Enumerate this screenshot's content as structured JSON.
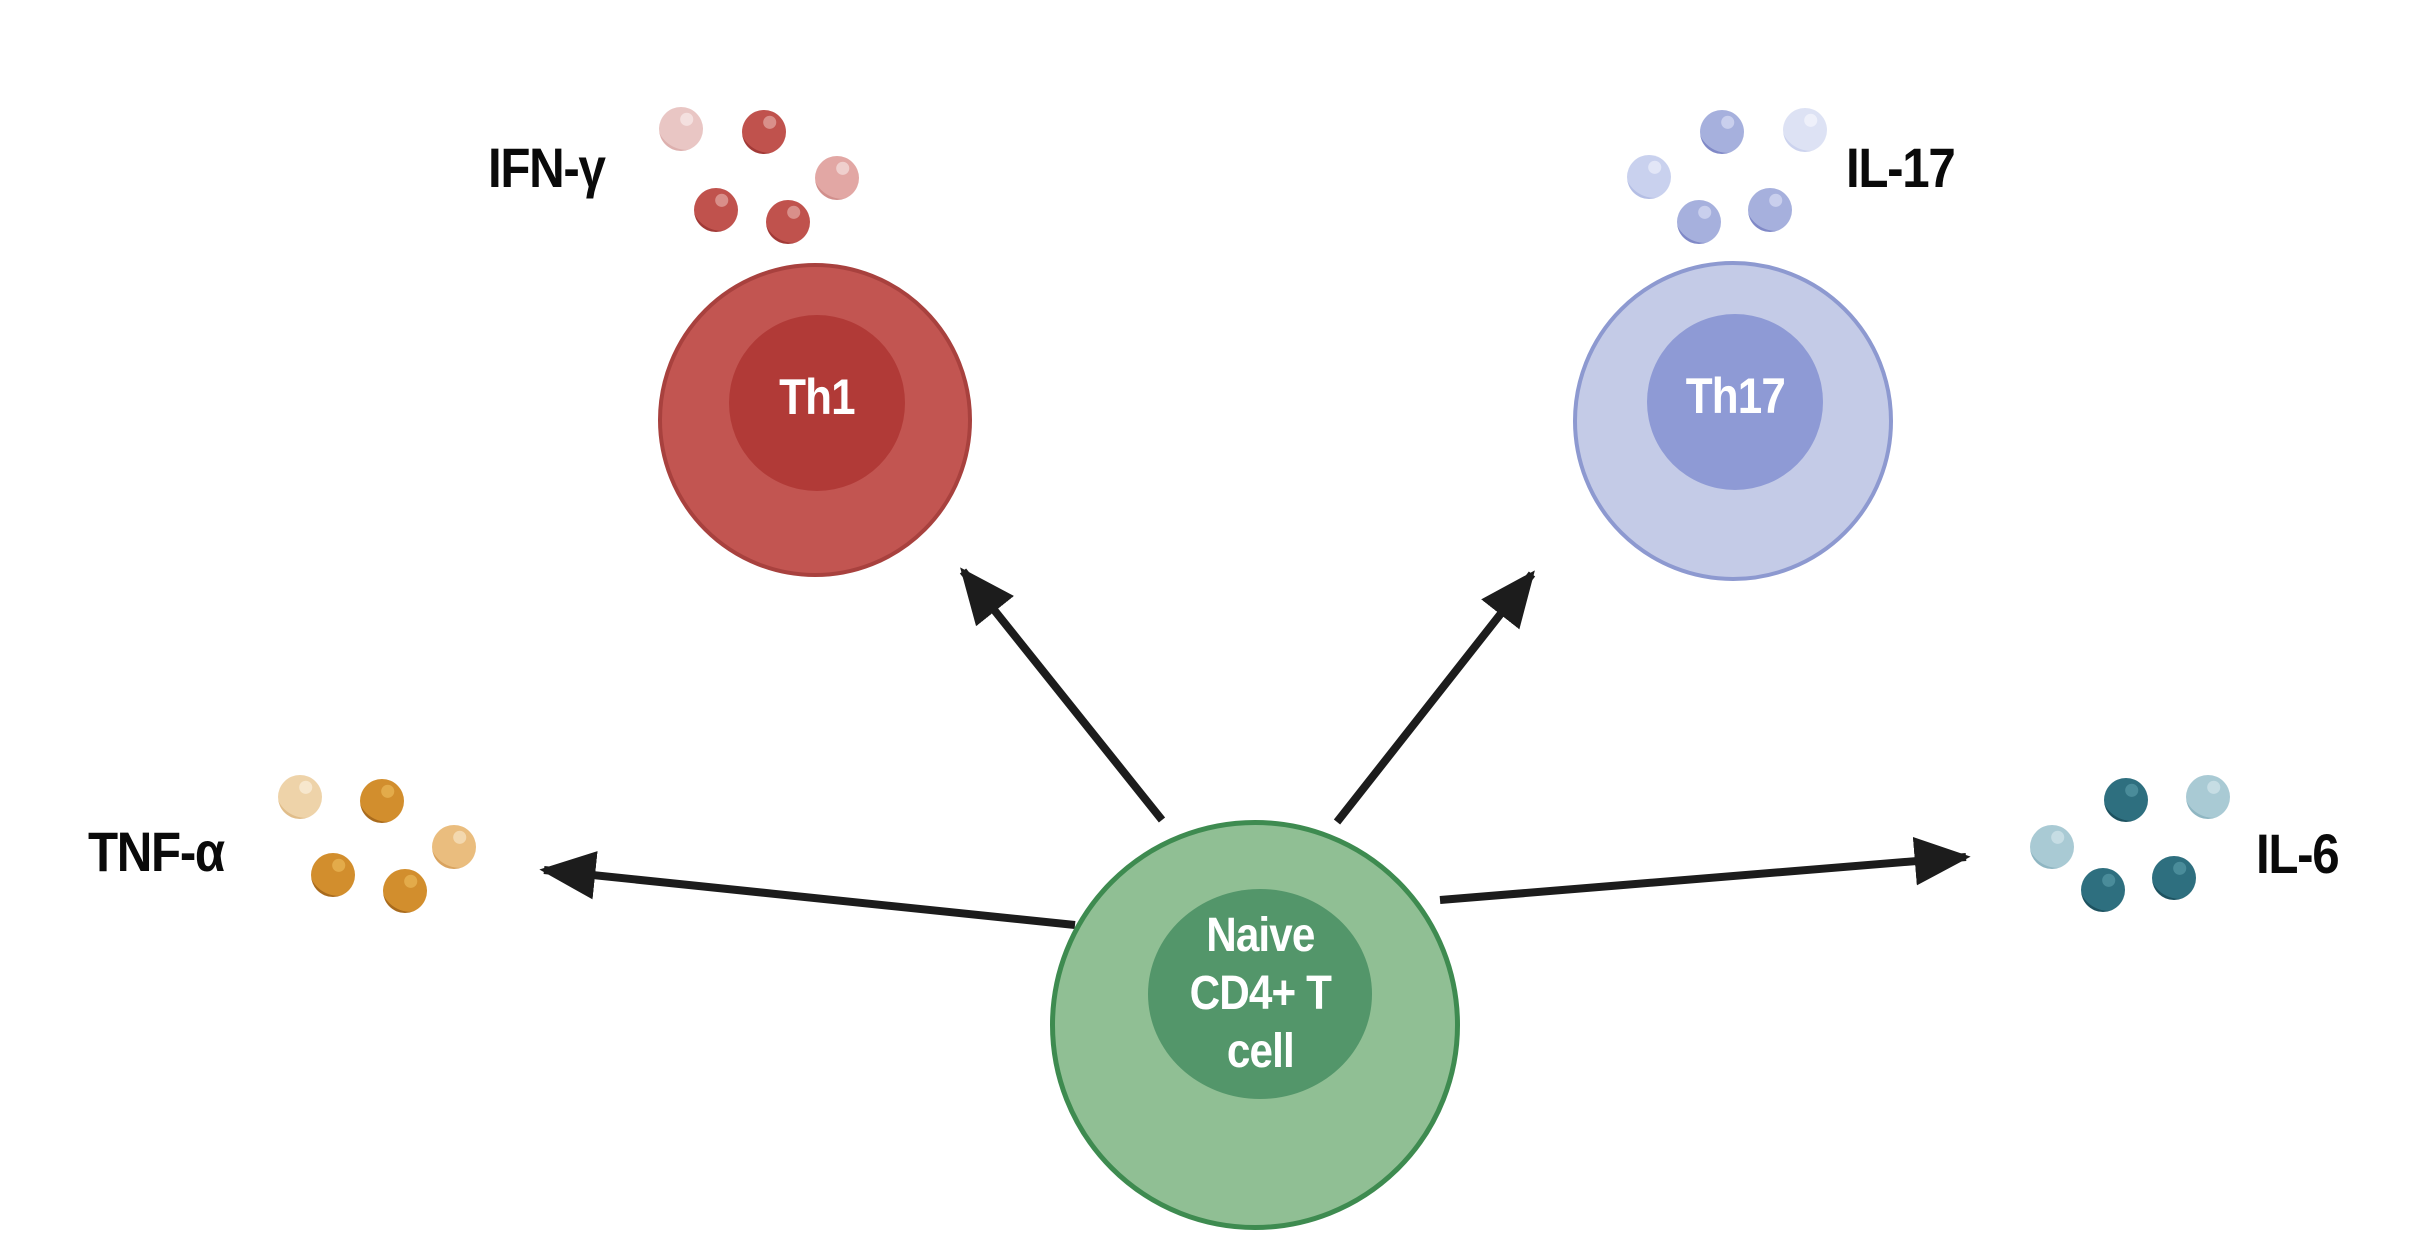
{
  "diagram": {
    "description": "Naive CD4+ T cell differentiation and cytokine secretion diagram",
    "background_color": "#ffffff",
    "cells": {
      "naive": {
        "label_lines": [
          "Naive",
          "CD4+ T",
          "cell"
        ],
        "full_label": "Naive CD4+ T cell",
        "body_color": "#90bf94",
        "border_color": "#3e8b50",
        "nucleus_color": "#53966a",
        "text_color": "#ffffff"
      },
      "th1": {
        "label": "Th1",
        "body_color": "#c25551",
        "border_color": "#a8413e",
        "nucleus_color": "#b13a37",
        "text_color": "#ffffff"
      },
      "th17": {
        "label": "Th17",
        "body_color": "#c4cbe7",
        "border_color": "#8d99d0",
        "nucleus_color": "#8e9ad5",
        "text_color": "#ffffff"
      }
    },
    "cytokines": {
      "ifn_gamma": {
        "label": "IFN-γ",
        "dots": [
          {
            "body": "#e9c6c4",
            "rim": "#ddb0ae",
            "highlight": "#f4e0df"
          },
          {
            "body": "#c0524d",
            "rim": "#a23a37",
            "highlight": "#d98f8a"
          },
          {
            "body": "#e2a7a4",
            "rim": "#d18f8c",
            "highlight": "#efcfcd"
          },
          {
            "body": "#c0524d",
            "rim": "#a23a37",
            "highlight": "#d98f8a"
          },
          {
            "body": "#c0524d",
            "rim": "#a23a37",
            "highlight": "#d98f8a"
          }
        ]
      },
      "il17": {
        "label": "IL-17",
        "dots": [
          {
            "body": "#a6b0dd",
            "rim": "#8089c7",
            "highlight": "#c9cfed"
          },
          {
            "body": "#dde2f4",
            "rim": "#ccd3ee",
            "highlight": "#eef0fa"
          },
          {
            "body": "#c9d1ee",
            "rim": "#b4bee4",
            "highlight": "#e2e6f7"
          },
          {
            "body": "#a6b0dd",
            "rim": "#8089c7",
            "highlight": "#c9cfed"
          },
          {
            "body": "#a6b0dd",
            "rim": "#8089c7",
            "highlight": "#c9cfed"
          }
        ]
      },
      "tnf_alpha": {
        "label": "TNF-α",
        "dots": [
          {
            "body": "#eed3a9",
            "rim": "#e0bd8a",
            "highlight": "#f7e7cd"
          },
          {
            "body": "#d28e2d",
            "rim": "#a96b1d",
            "highlight": "#e3ab4a"
          },
          {
            "body": "#eabd7e",
            "rim": "#d9a35f",
            "highlight": "#f3d8ae"
          },
          {
            "body": "#d28e2d",
            "rim": "#a96b1d",
            "highlight": "#e3ab4a"
          },
          {
            "body": "#d28e2d",
            "rim": "#a96b1d",
            "highlight": "#e3ab4a"
          }
        ]
      },
      "il6": {
        "label": "IL-6",
        "dots": [
          {
            "body": "#2e6f7f",
            "rim": "#1d5260",
            "highlight": "#4a8c9a"
          },
          {
            "body": "#a9cad4",
            "rim": "#8fb6c2",
            "highlight": "#c6dde4"
          },
          {
            "body": "#a9cad4",
            "rim": "#8fb6c2",
            "highlight": "#c6dde4"
          },
          {
            "body": "#2e6f7f",
            "rim": "#1d5260",
            "highlight": "#4a8c9a"
          },
          {
            "body": "#2e6f7f",
            "rim": "#1d5260",
            "highlight": "#4a8c9a"
          }
        ]
      }
    },
    "arrows": {
      "color": "#1c1c1c",
      "connections": [
        {
          "from": "naive_cd4_t_cell",
          "to": "th1"
        },
        {
          "from": "naive_cd4_t_cell",
          "to": "th17"
        },
        {
          "from": "naive_cd4_t_cell",
          "to": "tnf_alpha"
        },
        {
          "from": "naive_cd4_t_cell",
          "to": "il6"
        }
      ]
    }
  }
}
